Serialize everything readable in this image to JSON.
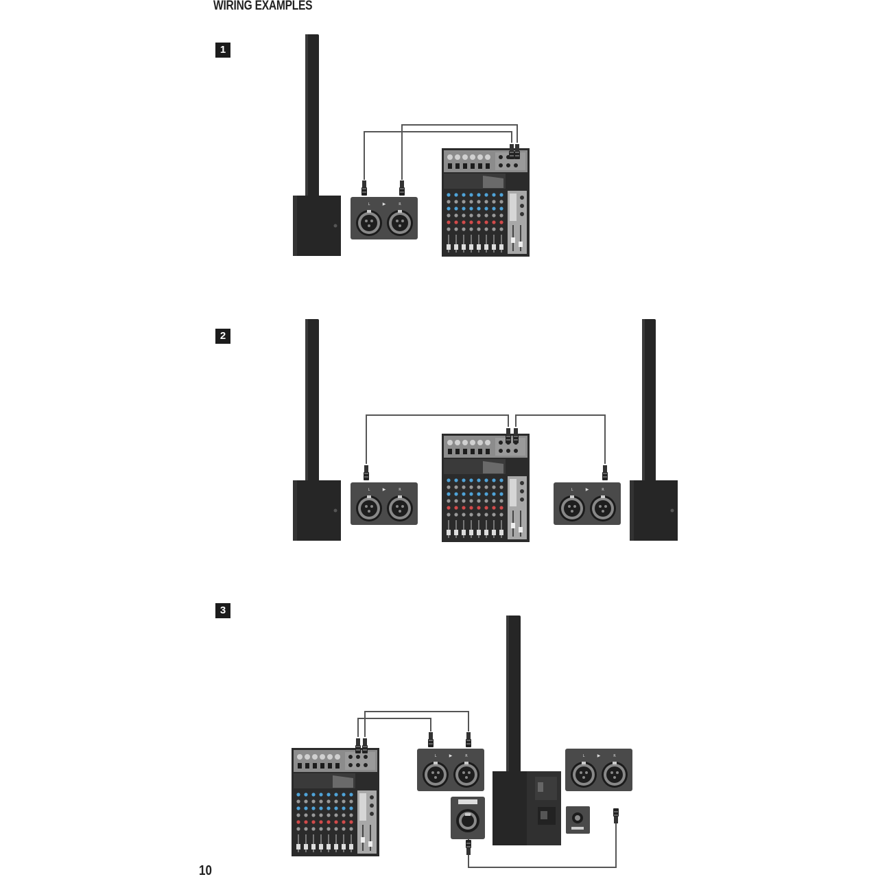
{
  "heading": "WIRING EXAMPLES",
  "steps": [
    "1",
    "2",
    "3"
  ],
  "page_number": "10",
  "colors": {
    "speaker_body": "#262626",
    "panel": "#4a4a4a",
    "mixer_body": "#2b2b2b",
    "cable": "#555555"
  },
  "icons": {
    "column_speaker": "column-speaker-icon",
    "xlr_panel": "xlr-input-panel-icon",
    "mixer": "mixer-console-icon",
    "speakon": "speakon-output-icon",
    "power_switch": "power-switch-icon"
  }
}
